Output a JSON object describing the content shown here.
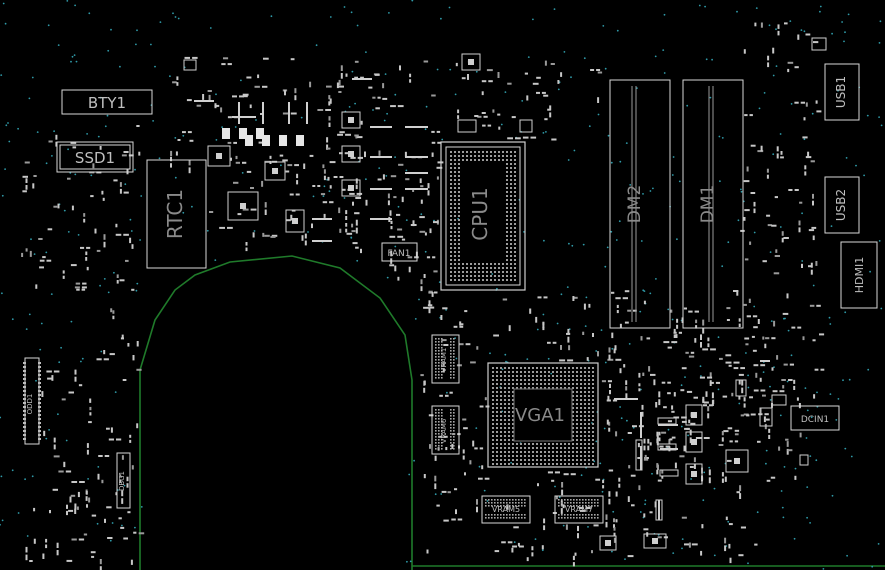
{
  "components": {
    "bty1": "BTY1",
    "ssd1": "SSD1",
    "rtc1": "RTC1",
    "fan1": "FAN1",
    "cpu1": "CPU1",
    "dm2": "DM2",
    "dm1": "DM1",
    "usb1": "USB1",
    "usb2": "USB2",
    "hdmi1": "HDMI1",
    "vga1": "VGA1",
    "vram1": "VRAM1",
    "vram6": "VRAM6",
    "vram5": "VRAM5",
    "vram7": "VRAM7",
    "odd1": "ODD1",
    "dbg1": "DBG1",
    "dcin1": "DCIN1"
  },
  "colors": {
    "background": "#000000",
    "silkscreen": "#d8d8d8",
    "board_outline": "#1f7a2a",
    "via": "#2f9aa8"
  }
}
